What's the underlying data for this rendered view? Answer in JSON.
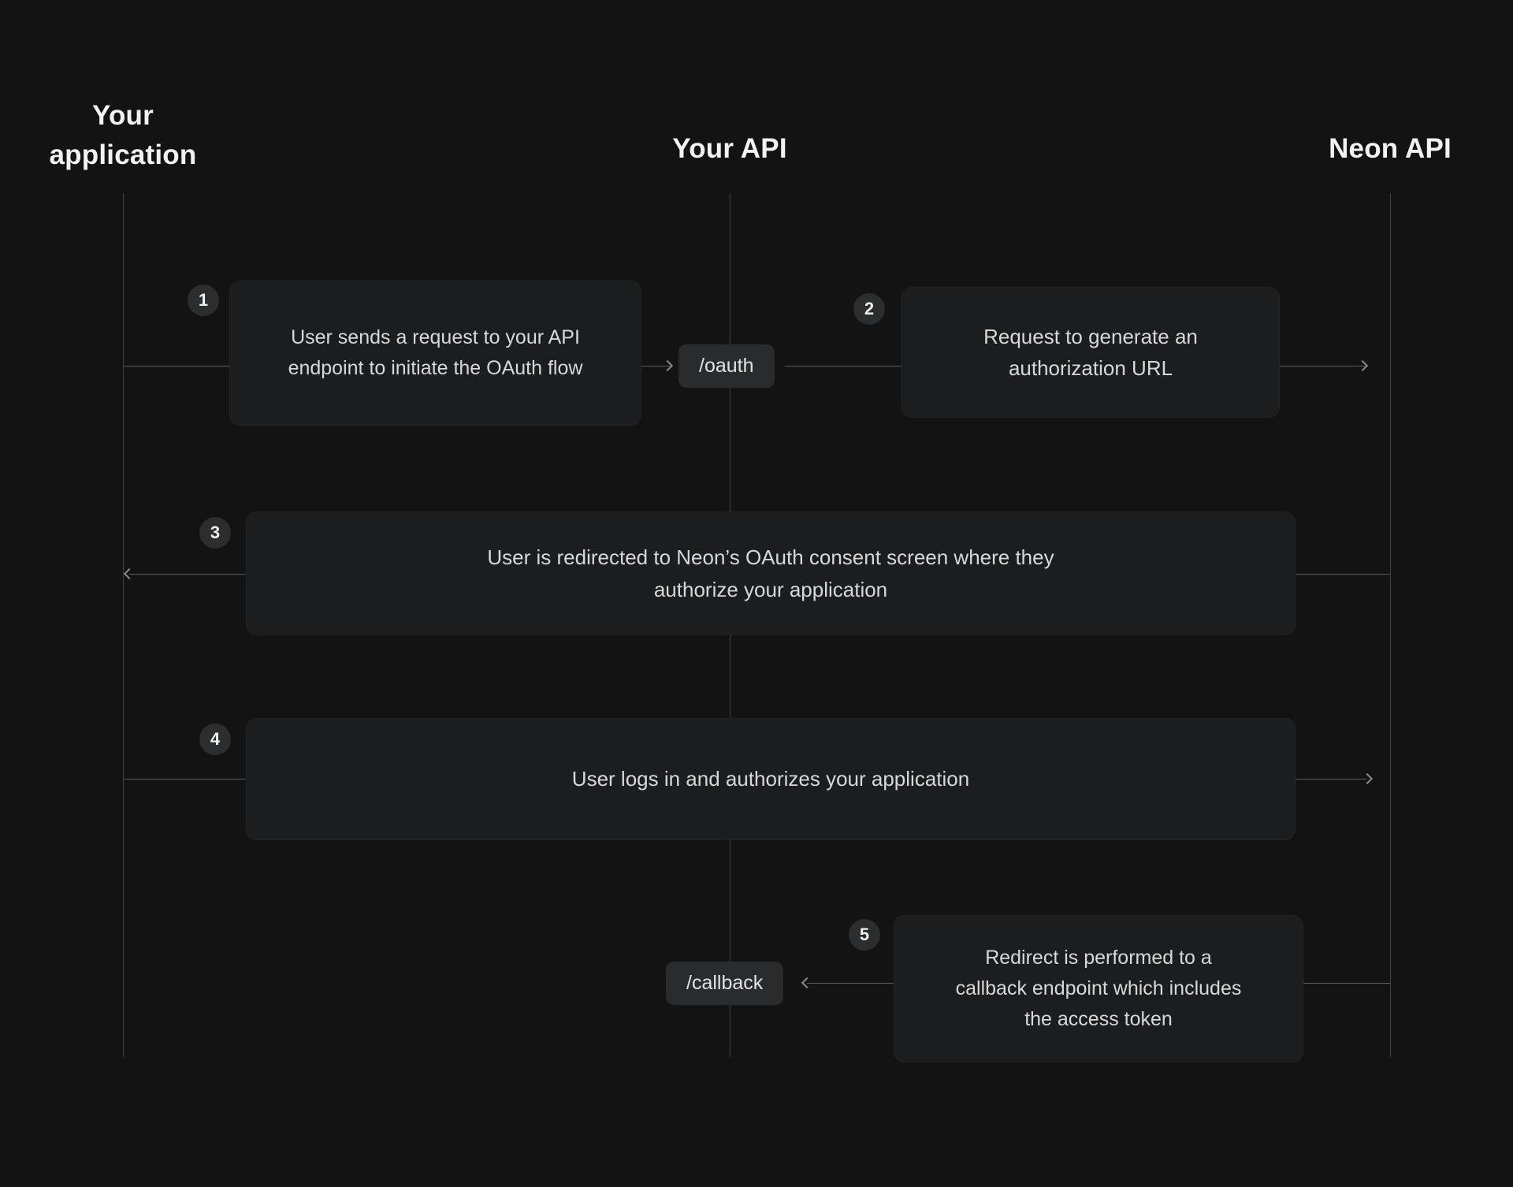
{
  "diagram": {
    "lanes": [
      {
        "label": "Your application"
      },
      {
        "label": "Your API"
      },
      {
        "label": "Neon API"
      }
    ],
    "steps": [
      {
        "num": "1",
        "text": "User sends a request to your API endpoint to initiate the OAuth flow"
      },
      {
        "num": "2",
        "text": "Request to generate an authorization URL"
      },
      {
        "num": "3",
        "text": "User is redirected to Neon’s OAuth consent screen where they authorize your application"
      },
      {
        "num": "4",
        "text": "User logs in and authorizes your application"
      },
      {
        "num": "5",
        "text": "Redirect is performed to a callback endpoint which includes the access token"
      }
    ],
    "endpoints": [
      {
        "label": "/oauth"
      },
      {
        "label": "/callback"
      }
    ],
    "colors": {
      "background": "#131313",
      "box": "#1c1d1e",
      "chip": "#2a2b2d",
      "line": "#5c5c5c",
      "text": "#d8d8d8"
    }
  }
}
